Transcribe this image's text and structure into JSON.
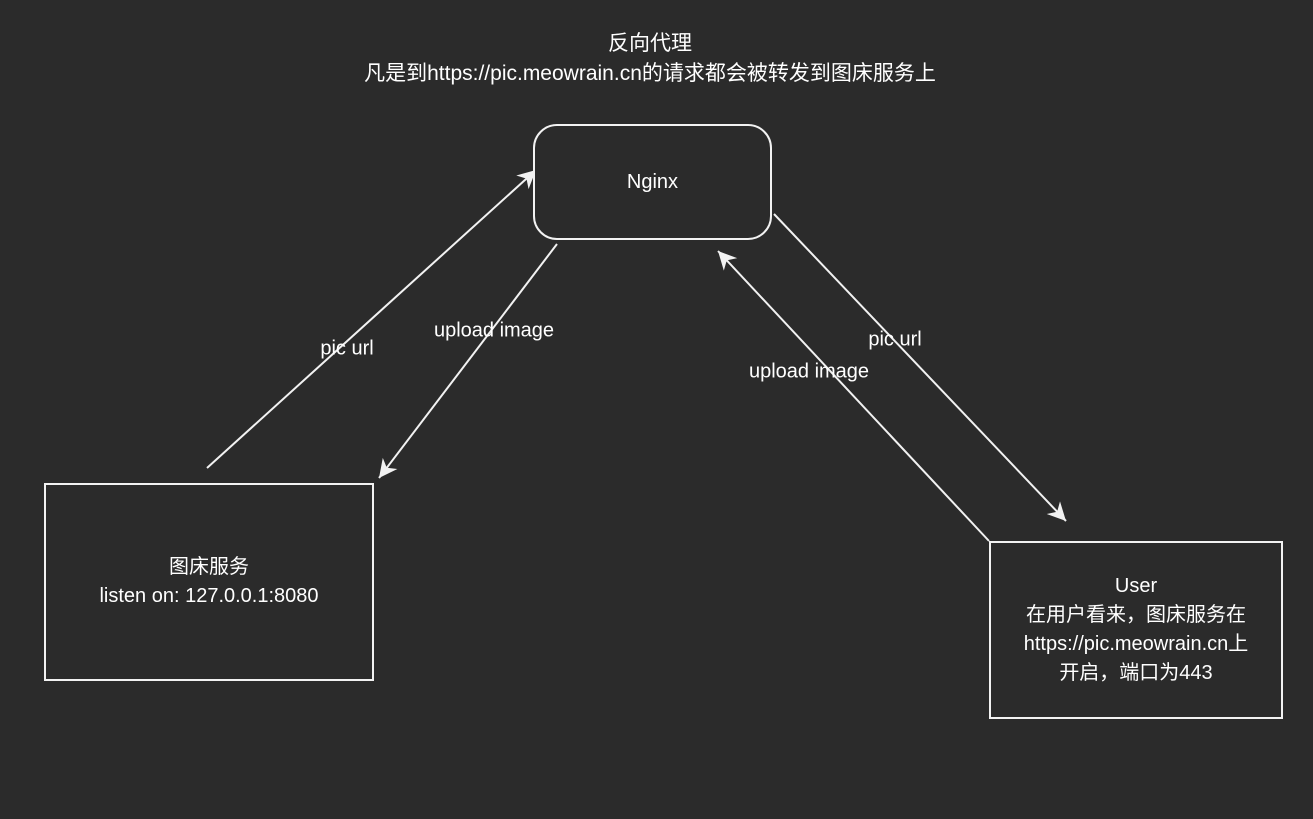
{
  "colors": {
    "background": "#2b2b2b",
    "stroke": "#f2f2f2",
    "text": "#ffffff"
  },
  "title": {
    "line1": "反向代理",
    "line2": "凡是到https://pic.meowrain.cn的请求都会被转发到图床服务上"
  },
  "nodes": {
    "nginx": {
      "label": "Nginx"
    },
    "image_host": {
      "title": "图床服务",
      "subtitle": "listen on: 127.0.0.1:8080"
    },
    "user": {
      "title": "User",
      "line2": "在用户看来，图床服务在",
      "line3": "https://pic.meowrain.cn上",
      "line4": "开启，端口为443"
    }
  },
  "edges": {
    "pic_url_left": {
      "label": "pic url"
    },
    "upload_image_left": {
      "label": "upload image"
    },
    "pic_url_right": {
      "label": "pic url"
    },
    "upload_image_right": {
      "label": "upload image"
    }
  }
}
